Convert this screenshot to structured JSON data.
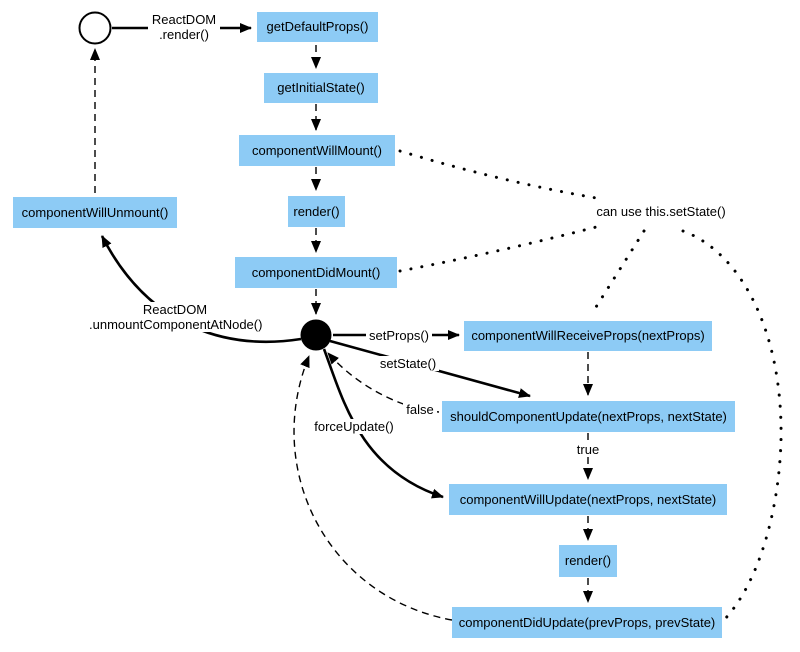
{
  "diagram": {
    "type": "flowchart",
    "topic": "React component lifecycle",
    "colors": {
      "node_fill": "#8DCBF5",
      "edge": "#000000",
      "background": "#FFFFFF"
    },
    "nodes": {
      "get_default_props": "getDefaultProps()",
      "get_initial_state": "getInitialState()",
      "component_will_mount": "componentWillMount()",
      "render_mount": "render()",
      "component_did_mount": "componentDidMount()",
      "component_will_unmount": "componentWillUnmount()",
      "component_will_receive_props": "componentWillReceiveProps(nextProps)",
      "should_component_update": "shouldComponentUpdate(nextProps, nextState)",
      "component_will_update": "componentWillUpdate(nextProps, nextState)",
      "render_update": "render()",
      "component_did_update": "componentDidUpdate(prevProps, prevState)"
    },
    "edge_labels": {
      "mount_line1": "ReactDOM",
      "mount_line2": ".render()",
      "unmount_line1": "ReactDOM",
      "unmount_line2": ".unmountComponentAtNode()",
      "set_props": "setProps()",
      "set_state": "setState()",
      "force_update": "forceUpdate()",
      "false_branch": "false",
      "true_branch": "true"
    },
    "annotations": {
      "can_set_state": "can use this.setState()"
    }
  }
}
